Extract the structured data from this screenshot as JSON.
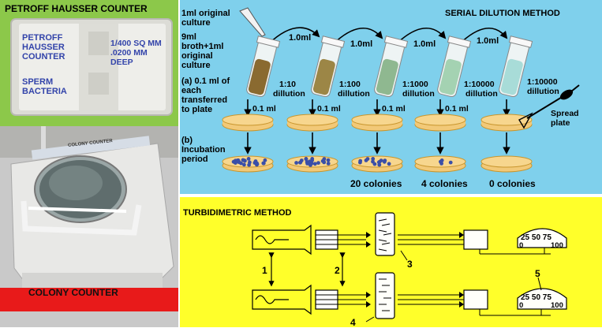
{
  "petroff": {
    "title": "PETROFF HAUSSER  COUNTER",
    "name_line1": "PETROFF",
    "name_line2": "HAUSSER",
    "name_line3": "COUNTER",
    "spec_line1": "1/400 SQ MM",
    "spec_line2": ".0200 MM",
    "spec_line3": "DEEP",
    "use_line1": "SPERM",
    "use_line2": "BACTERIA"
  },
  "colony": {
    "title": "COLONY COUNTER",
    "device_label": "COLONY COUNTER"
  },
  "serial": {
    "title": "SERIAL DILUTION METHOD",
    "orig_line1": "1ml original",
    "orig_line2": "culture",
    "broth_line1": "9ml",
    "broth_line2": "broth+1ml",
    "broth_line3": "original",
    "broth_line4": "culture",
    "step_a_line1": "(a) 0.1 ml of",
    "step_a_line2": "each",
    "step_a_line3": "transferred",
    "step_a_line4": "to plate",
    "step_b_line1": "(b)",
    "step_b_line2": "Incubation",
    "step_b_line3": "period",
    "transfer_volume": "1.0ml",
    "plate_volume": "0.1 ml",
    "dilution_word": "dillution",
    "dilutions": [
      "1:10",
      "1:100",
      "1:1000",
      "1:10000",
      "1:10000"
    ],
    "spread_line1": "Spread",
    "spread_line2": "plate",
    "colony_counts": [
      "20 colonies",
      "4 colonies",
      "0 colonies"
    ],
    "colors": {
      "tube_brown": "#8a6a30",
      "tube_pale": "#a8dcc8",
      "plate": "#f2c978"
    }
  },
  "turbid": {
    "title": "TURBIDIMETRIC METHOD",
    "callouts": [
      "1",
      "2",
      "3",
      "4",
      "5"
    ],
    "meter_top": "25 50 75",
    "meter_bottom_left": "0",
    "meter_bottom_right": "100"
  }
}
